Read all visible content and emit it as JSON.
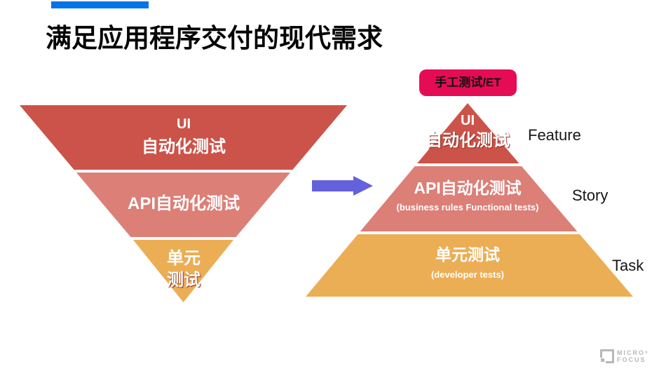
{
  "slide": {
    "title": "满足应用程序交付的现代需求"
  },
  "colors": {
    "accent_bar_blue": "#0074E8",
    "title_text": "#050505",
    "pyramid_red": "#CC5349",
    "pyramid_salmon": "#DC7F77",
    "pyramid_orange": "#EBAE55",
    "manual_box_crimson": "#E50C55",
    "arrow_purple": "#6361DC",
    "logo_gray": "#B8B8B8"
  },
  "left_pyramid": {
    "ui_line1": "UI",
    "ui_line2": "自动化测试",
    "api_label": "API自动化测试",
    "unit_line1": "单元",
    "unit_line2": "测试"
  },
  "right_pyramid": {
    "manual_box_label": "手工测试/ET",
    "ui_line1": "UI",
    "ui_line2": "自动化测试",
    "api_label": "API自动化测试",
    "api_sub": "(business rules Functional tests)",
    "unit_label": "单元测试",
    "unit_sub": "(developer tests)"
  },
  "agile_labels": {
    "feature": "Feature",
    "story": "Story",
    "task": "Task"
  },
  "logo": {
    "line1": "MICRO",
    "registered": "®",
    "line2": "FOCUS"
  }
}
